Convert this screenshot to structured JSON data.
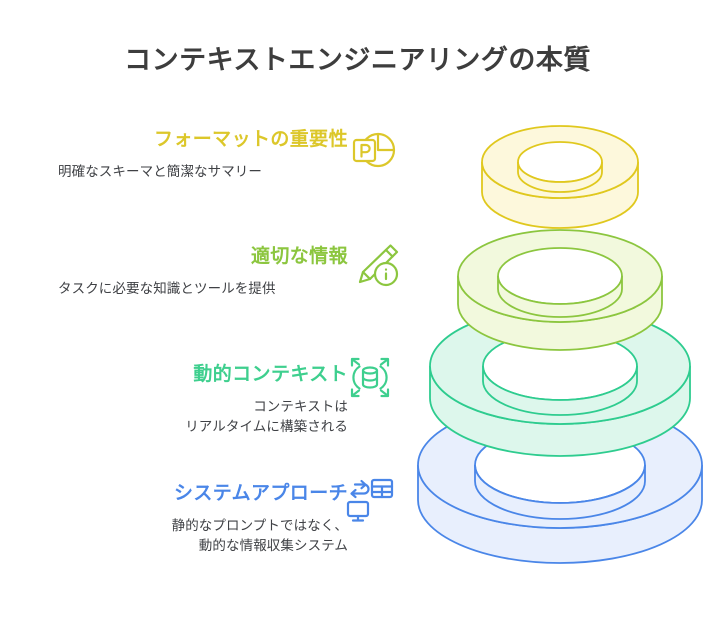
{
  "page": {
    "title": "コンテキストエンジニアリングの本質",
    "background_color": "#ffffff",
    "title_color": "#3d3d3d",
    "body_text_color": "#3f4145"
  },
  "items": [
    {
      "heading": "フォーマットの重要性",
      "color": "#dcc72a",
      "desc_lines": [
        "明確なスキーマと簡潔なサマリー"
      ],
      "desc_align": "left",
      "icon": "powerpoint-pie-icon"
    },
    {
      "heading": "適切な情報",
      "color": "#8cc63f",
      "desc_lines": [
        "タスクに必要な知識とツールを提供"
      ],
      "desc_align": "left",
      "icon": "pencil-info-icon"
    },
    {
      "heading": "動的コンテキスト",
      "color": "#3ecf8e",
      "desc_lines": [
        "コンテキストは",
        "リアルタイムに構築される"
      ],
      "desc_align": "right",
      "icon": "database-expand-icon"
    },
    {
      "heading": "システムアプローチ",
      "color": "#4a86e8",
      "desc_lines": [
        "静的なプロンプトではなく、",
        "動的な情報収集システム"
      ],
      "desc_align": "right",
      "icon": "monitor-table-sync-icon"
    }
  ],
  "ring_stack": {
    "description": "4段の積み重ねられた3Dリング（トーラス）",
    "rings": [
      {
        "label": "フォーマットの重要性",
        "stroke": "#e0c81e",
        "fill": "#fdf8dc"
      },
      {
        "label": "適切な情報",
        "stroke": "#8cc63f",
        "fill": "#f2f9dd"
      },
      {
        "label": "動的コンテキスト",
        "stroke": "#2ecc8f",
        "fill": "#ddf7ec"
      },
      {
        "label": "システムアプローチ",
        "stroke": "#4a86e8",
        "fill": "#e8efFD"
      }
    ]
  }
}
